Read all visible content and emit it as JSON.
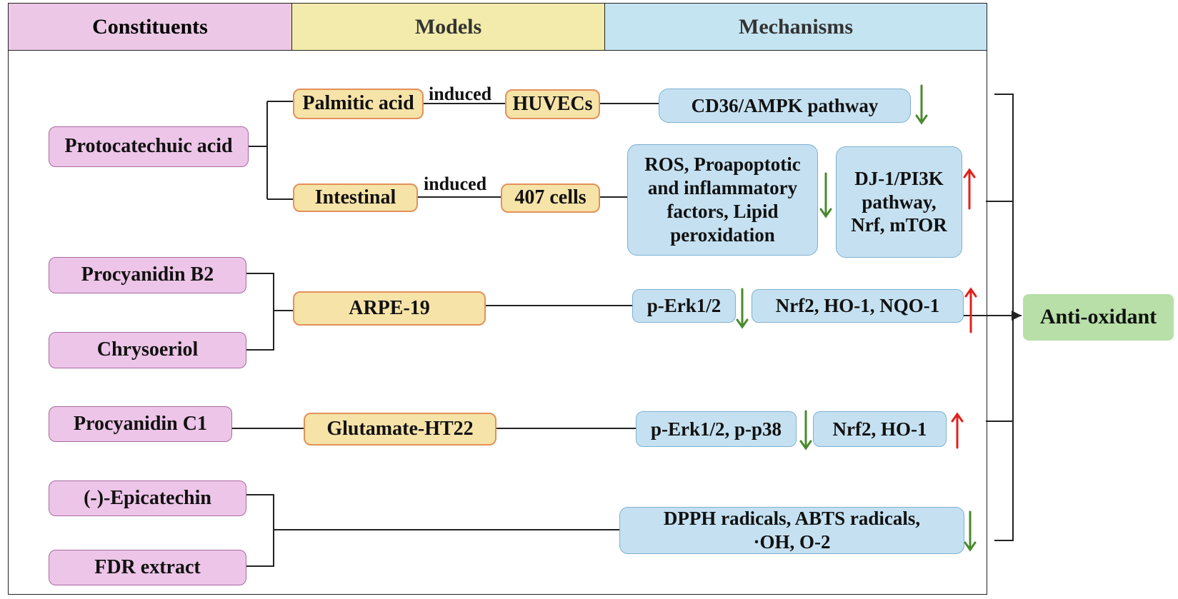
{
  "header": {
    "constituents": "Constituents",
    "models": "Models",
    "mechanisms": "Mechanisms"
  },
  "constituents": {
    "protocatechuic": "Protocatechuic acid",
    "procyanidin_b2": "Procyanidin B2",
    "chrysoeriol": "Chrysoeriol",
    "procyanidin_c1": "Procyanidin C1",
    "epicatechin": "(-)-Epicatechin",
    "fdr": "FDR extract"
  },
  "models": {
    "palmitic": "Palmitic acid",
    "huvecs": "HUVECs",
    "intestinal": "Intestinal",
    "cells407": "407 cells",
    "arpe": "ARPE-19",
    "glutamate": "Glutamate-HT22"
  },
  "labels": {
    "induced_1": "induced",
    "induced_2": "induced"
  },
  "mechanisms": {
    "cd36": "CD36/AMPK pathway",
    "ros": "ROS, Proapoptotic and inflammatory factors, Lipid peroxidation",
    "dj1": "DJ-1/PI3K pathway, Nrf, mTOR",
    "perk": "p-Erk1/2",
    "nrf2_ho1_nqo1": "Nrf2, HO-1, NQO-1",
    "perk_p38": "p-Erk1/2, p-p38",
    "nrf2_ho1": "Nrf2, HO-1",
    "dpph": "DPPH radicals, ABTS radicals, ·OH, O-2"
  },
  "outcome": "Anti-oxidant",
  "colors": {
    "down_arrow": "#4a8a2e",
    "up_arrow": "#e0201c",
    "constituent_fill": "#edc5e8",
    "model_fill": "#f6e3a8",
    "mechanism_fill": "#c5e1f1",
    "outcome_fill": "#b7dfa7"
  }
}
